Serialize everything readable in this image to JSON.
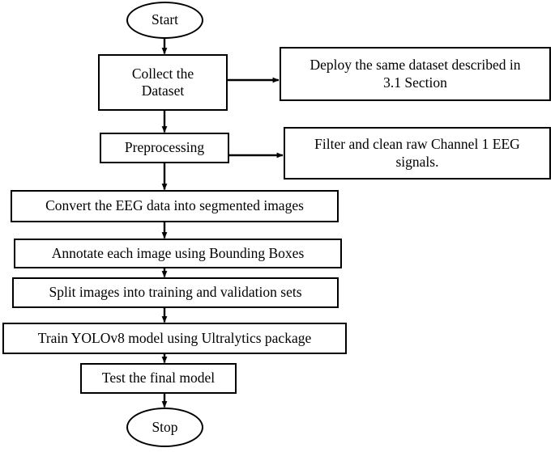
{
  "diagram": {
    "title": "EEG YOLOv8 Workflow Flowchart",
    "background_color": "#ffffff",
    "stroke_color": "#000000",
    "text_color": "#000000",
    "nodes": [
      {
        "id": "start",
        "shape": "ellipse",
        "label": "Start"
      },
      {
        "id": "collect",
        "shape": "rectangle",
        "label": "Collect the\nDataset"
      },
      {
        "id": "deploy",
        "shape": "rectangle",
        "label": "Deploy the same dataset described in\n3.1 Section"
      },
      {
        "id": "preprocess",
        "shape": "rectangle",
        "label": "Preprocessing"
      },
      {
        "id": "filter",
        "shape": "rectangle",
        "label": "Filter and clean raw Channel 1 EEG\nsignals."
      },
      {
        "id": "convert",
        "shape": "rectangle",
        "label": "Convert the EEG data into segmented images"
      },
      {
        "id": "annotate",
        "shape": "rectangle",
        "label": "Annotate each image using Bounding Boxes"
      },
      {
        "id": "split",
        "shape": "rectangle",
        "label": "Split images into training and validation sets"
      },
      {
        "id": "train",
        "shape": "rectangle",
        "label": "Train YOLOv8 model using Ultralytics package"
      },
      {
        "id": "test",
        "shape": "rectangle",
        "label": "Test the final model"
      },
      {
        "id": "stop",
        "shape": "ellipse",
        "label": "Stop"
      }
    ],
    "edges": [
      {
        "from": "start",
        "to": "collect",
        "direction": "down"
      },
      {
        "from": "collect",
        "to": "deploy",
        "direction": "right"
      },
      {
        "from": "collect",
        "to": "preprocess",
        "direction": "down"
      },
      {
        "from": "preprocess",
        "to": "filter",
        "direction": "right"
      },
      {
        "from": "preprocess",
        "to": "convert",
        "direction": "down"
      },
      {
        "from": "convert",
        "to": "annotate",
        "direction": "down"
      },
      {
        "from": "annotate",
        "to": "split",
        "direction": "down"
      },
      {
        "from": "split",
        "to": "train",
        "direction": "down"
      },
      {
        "from": "train",
        "to": "test",
        "direction": "down"
      },
      {
        "from": "test",
        "to": "stop",
        "direction": "down"
      }
    ]
  }
}
